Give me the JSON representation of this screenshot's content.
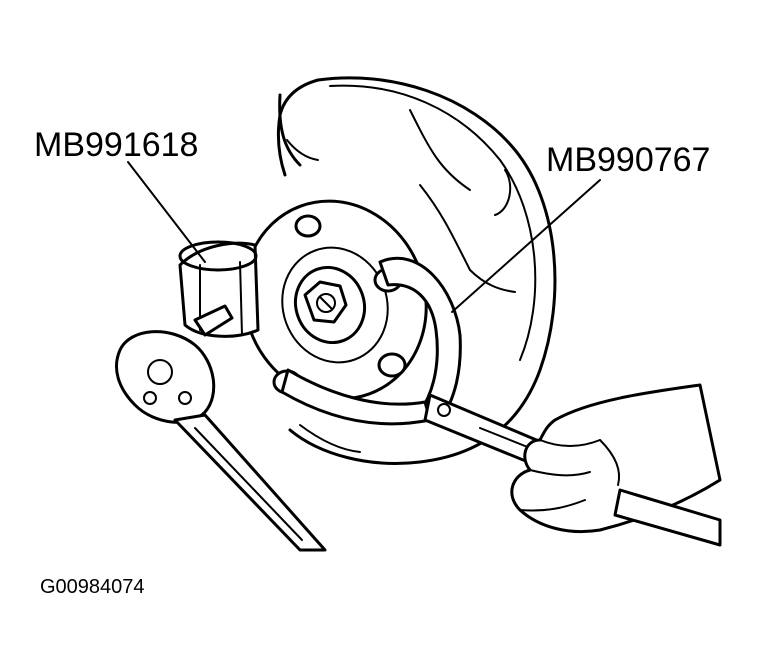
{
  "labels": {
    "tool_left": "MB991618",
    "tool_right": "MB990767",
    "figure_id": "G00984074"
  }
}
